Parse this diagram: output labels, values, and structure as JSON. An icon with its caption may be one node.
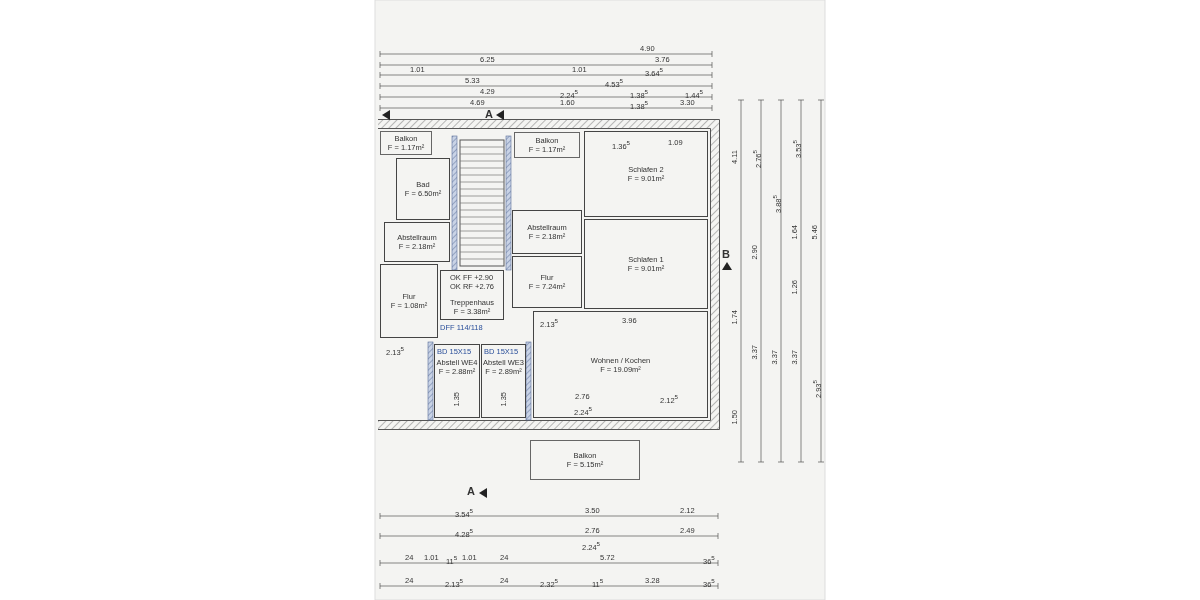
{
  "diagram": {
    "nodes": [
      {
        "text": [
          "Balkon",
          "F = 1.17m²"
        ]
      },
      {
        "text": [
          "Bad",
          "F = 6.50m²"
        ]
      },
      {
        "text": [
          "Abstellraum",
          "F = 2.18m²"
        ]
      },
      {
        "text": [
          "Abstellraum",
          "F = 2.18m²"
        ]
      },
      {
        "text": [
          "Balkon",
          "F = 1.17m²"
        ]
      },
      {
        "text": [
          "Schlafen 2",
          "F = 9.01m²"
        ]
      },
      {
        "text": [
          "Schlafen 1",
          "F = 9.01m²"
        ]
      },
      {
        "text": [
          "Flur",
          "F = 1.08m²"
        ]
      },
      {
        "text": [
          "Treppenhaus",
          "F = 3.38m²"
        ]
      },
      {
        "text": [
          "Flur",
          "F = 7.24m²"
        ]
      },
      {
        "text": [
          "Wohnen / Kochen",
          "F = 19.09m²"
        ]
      },
      {
        "text": [
          "Abstell WE4",
          "F = 2.88m²"
        ]
      },
      {
        "text": [
          "Abstell WE3",
          "F = 2.89m²"
        ]
      },
      {
        "text": [
          "Balkon",
          "F = 5.15m²"
        ]
      }
    ],
    "labels": [
      "4.90",
      "6.25",
      "3.76",
      "1.01",
      "1.01",
      "3.64$^{5}$",
      "5.33",
      "4.53$^{5}$",
      "4.29",
      "2.24$^{5}$",
      "1.38$^{5}$",
      "1.44$^{5}$",
      "4.69",
      "1.60",
      "1.38$^{5}$",
      "3.30",
      "4.11",
      "1.74",
      "1.50",
      "2.76$^{5}$",
      "2.90",
      "3.37",
      "3.88$^{5}$",
      "3.37",
      "3.53$^{5}$",
      "1.64",
      "1.26",
      "3.37",
      "5.46",
      "2.93$^{5}$",
      "1.36$^{5}$",
      "1.09",
      "3.96",
      "2.13$^{5}$",
      "2.76",
      "2.24$^{5}$",
      "2.12$^{5}$",
      "2.13$^{5}$",
      "1.35",
      "1.35",
      "OK FF +2.90",
      "OK RF +2.76",
      "DFF 114/118",
      "BD 15X15",
      "BD 15X15",
      "A",
      "A",
      "B",
      "3.54$^{5}$",
      "3.50",
      "2.12",
      "4.28$^{5}$",
      "2.76",
      "2.49",
      "2.24$^{5}$",
      "24",
      "1.01",
      "11$^{5}$",
      "1.01",
      "24",
      "5.72",
      "36$^{5}$",
      "24",
      "2.13$^{5}$",
      "24",
      "2.32$^{5}$",
      "11$^{5}$",
      "3.28",
      "36$^{5}$"
    ]
  }
}
